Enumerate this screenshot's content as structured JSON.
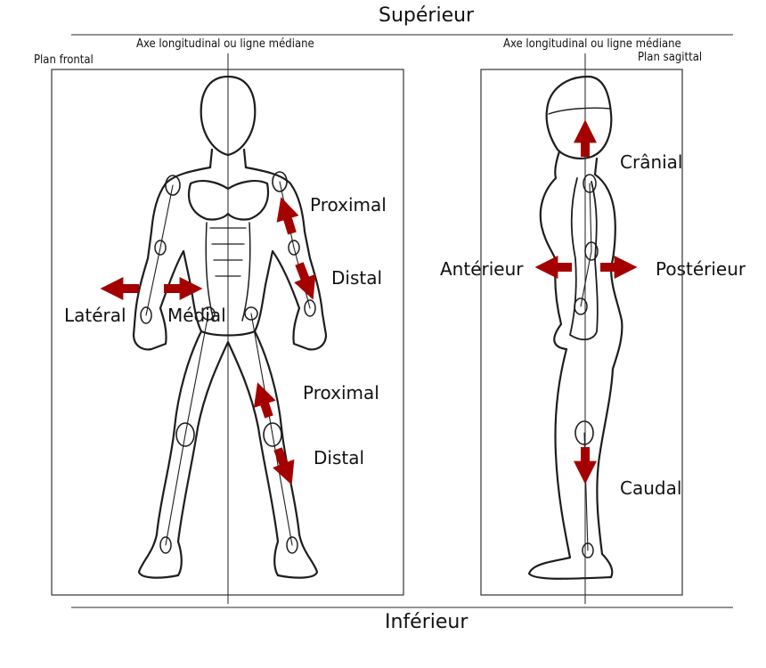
{
  "titles": {
    "top": "Supérieur",
    "bottom": "Inférieur"
  },
  "front": {
    "plane_label": "Plan frontal",
    "axis_label": "Axe longitudinal ou ligne médiane",
    "labels": {
      "lateral": "Latéral",
      "medial": "Médial",
      "arm_proximal": "Proximal",
      "arm_distal": "Distal",
      "leg_proximal": "Proximal",
      "leg_distal": "Distal"
    }
  },
  "side": {
    "plane_label": "Plan sagittal",
    "axis_label": "Axe longitudinal ou ligne médiane",
    "labels": {
      "cranial": "Crânial",
      "anterior": "Antérieur",
      "posterior": "Postérieur",
      "caudal": "Caudal"
    }
  },
  "colors": {
    "arrow": "#a40000",
    "line": "#222222"
  }
}
